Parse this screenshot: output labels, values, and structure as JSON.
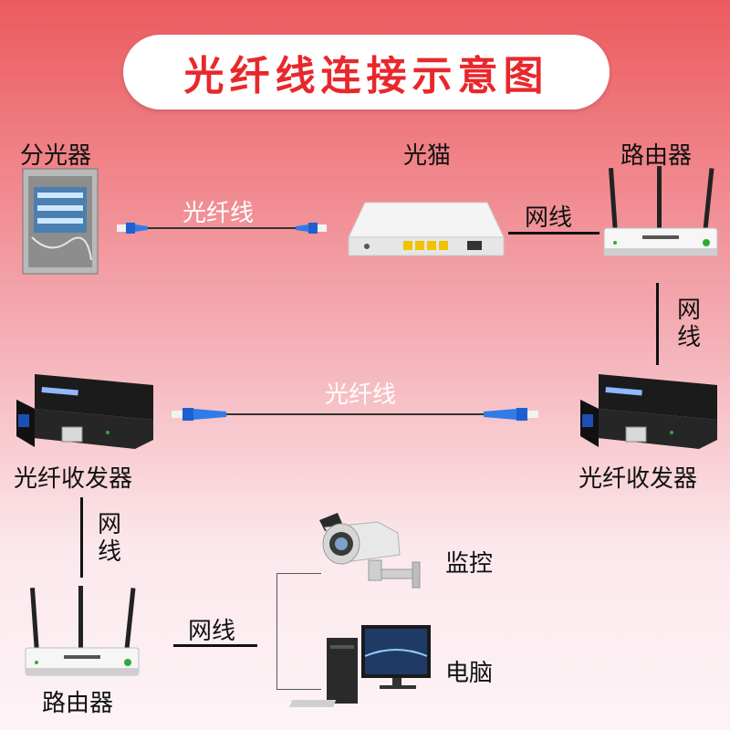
{
  "title": "光纤线连接示意图",
  "nodes": {
    "splitter": "分光器",
    "modem": "光猫",
    "router_top": "路由器",
    "transceiver_left": "光纤收发器",
    "transceiver_right": "光纤收发器",
    "router_bottom": "路由器",
    "camera": "监控",
    "computer": "电脑"
  },
  "links": {
    "fiber_top": "光纤线",
    "fiber_middle": "光纤线",
    "cable_modem_router": "网线",
    "cable_router_transceiver": [
      "网",
      "线"
    ],
    "cable_transceiver_router": [
      "网",
      "线"
    ],
    "cable_router_devices": "网线"
  }
}
